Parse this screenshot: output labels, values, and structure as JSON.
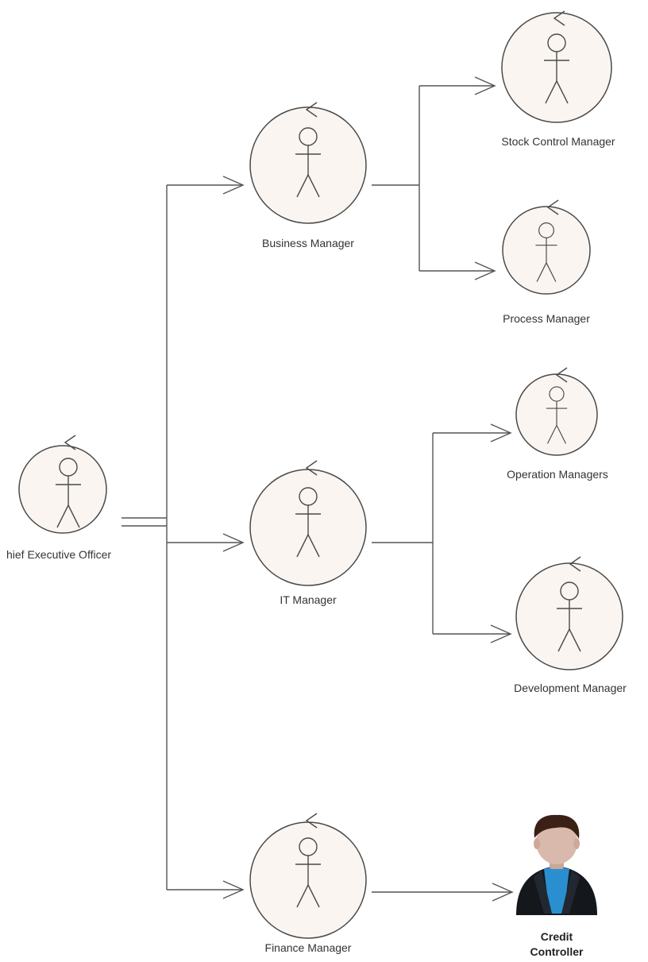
{
  "nodes": {
    "ceo": "hief Executive Officer",
    "business": "Business Manager",
    "it": "IT Manager",
    "finance": "Finance Manager",
    "stock": "Stock Control Manager",
    "process": "Process Manager",
    "operation": "Operation Managers",
    "development": "Development Manager",
    "credit_line1": "Credit",
    "credit_line2": "Controller"
  },
  "icons": {
    "actor": "uml-actor-icon",
    "person": "person-avatar-icon"
  },
  "colors": {
    "actor_fill": "#faf5f0",
    "stroke": "#4a4a4a"
  }
}
